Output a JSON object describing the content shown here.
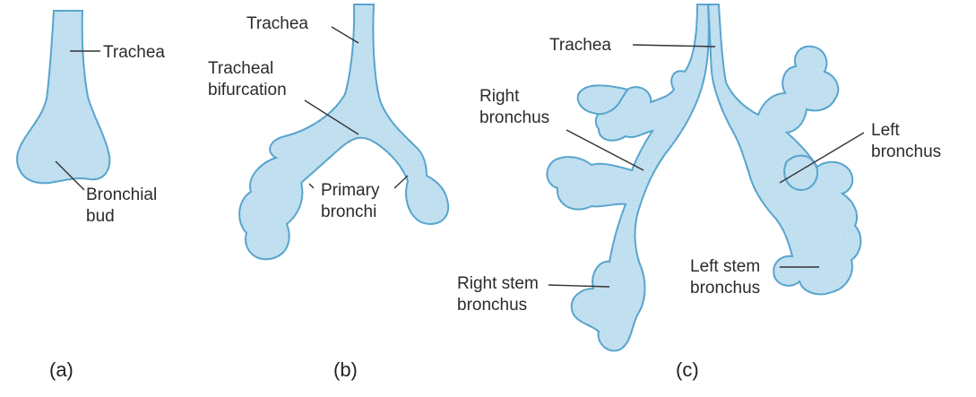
{
  "colors": {
    "fill": "#c8e3f2",
    "outline": "#4a9cc8",
    "text": "#2b2b2b",
    "leader": "#333333"
  },
  "panels": [
    {
      "caption": "(a)",
      "labels": [
        {
          "lines": [
            "Trachea"
          ]
        },
        {
          "lines": [
            "Bronchial",
            "bud"
          ]
        }
      ]
    },
    {
      "caption": "(b)",
      "labels": [
        {
          "lines": [
            "Trachea"
          ]
        },
        {
          "lines": [
            "Tracheal",
            "bifurcation"
          ]
        },
        {
          "lines": [
            "Primary",
            "bronchi"
          ]
        }
      ]
    },
    {
      "caption": "(c)",
      "labels": [
        {
          "lines": [
            "Trachea"
          ]
        },
        {
          "lines": [
            "Right",
            "bronchus"
          ]
        },
        {
          "lines": [
            "Left",
            "bronchus"
          ]
        },
        {
          "lines": [
            "Right stem",
            "bronchus"
          ]
        },
        {
          "lines": [
            "Left stem",
            "bronchus"
          ]
        }
      ]
    }
  ]
}
